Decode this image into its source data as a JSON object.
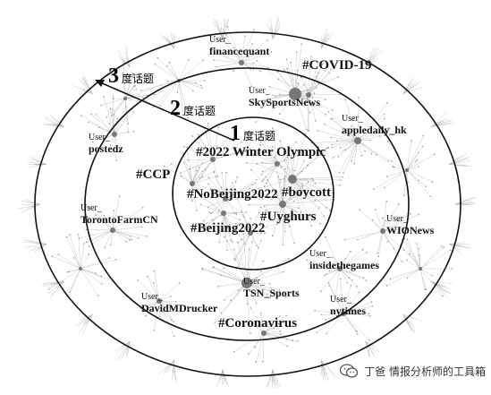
{
  "rings": [
    {
      "num": "1",
      "label": "度话题"
    },
    {
      "num": "2",
      "label": "度话题"
    },
    {
      "num": "3",
      "label": "度话题"
    }
  ],
  "hashtags": {
    "winter_olympic": "#2022 Winter Olympic",
    "no_beijing": "#NoBeijing2022",
    "boycott": "#boycott",
    "uyghurs": "#Uyghurs",
    "beijing": "#Beijing2022",
    "ccp": "#CCP",
    "covid": "#COVID-19",
    "coronavirus": "#Coronavirus"
  },
  "users": {
    "prefix": "User_",
    "financequant": "financequant",
    "skysports": "SkySportsNews",
    "appledaily": "appledaily_hk",
    "postedz": "postedz",
    "toronto": "TorontoFarmCN",
    "wionews": "WIONews",
    "insidethegames": "insidethegames",
    "tsn": "TSN_Sports",
    "nytimes": "nytimes",
    "david": "DavidMDrucker"
  },
  "watermark": "丁爸 情报分析师的工具箱",
  "colors": {
    "ring": "#111111",
    "edge": "#b0b0b0",
    "node": "#777777"
  }
}
